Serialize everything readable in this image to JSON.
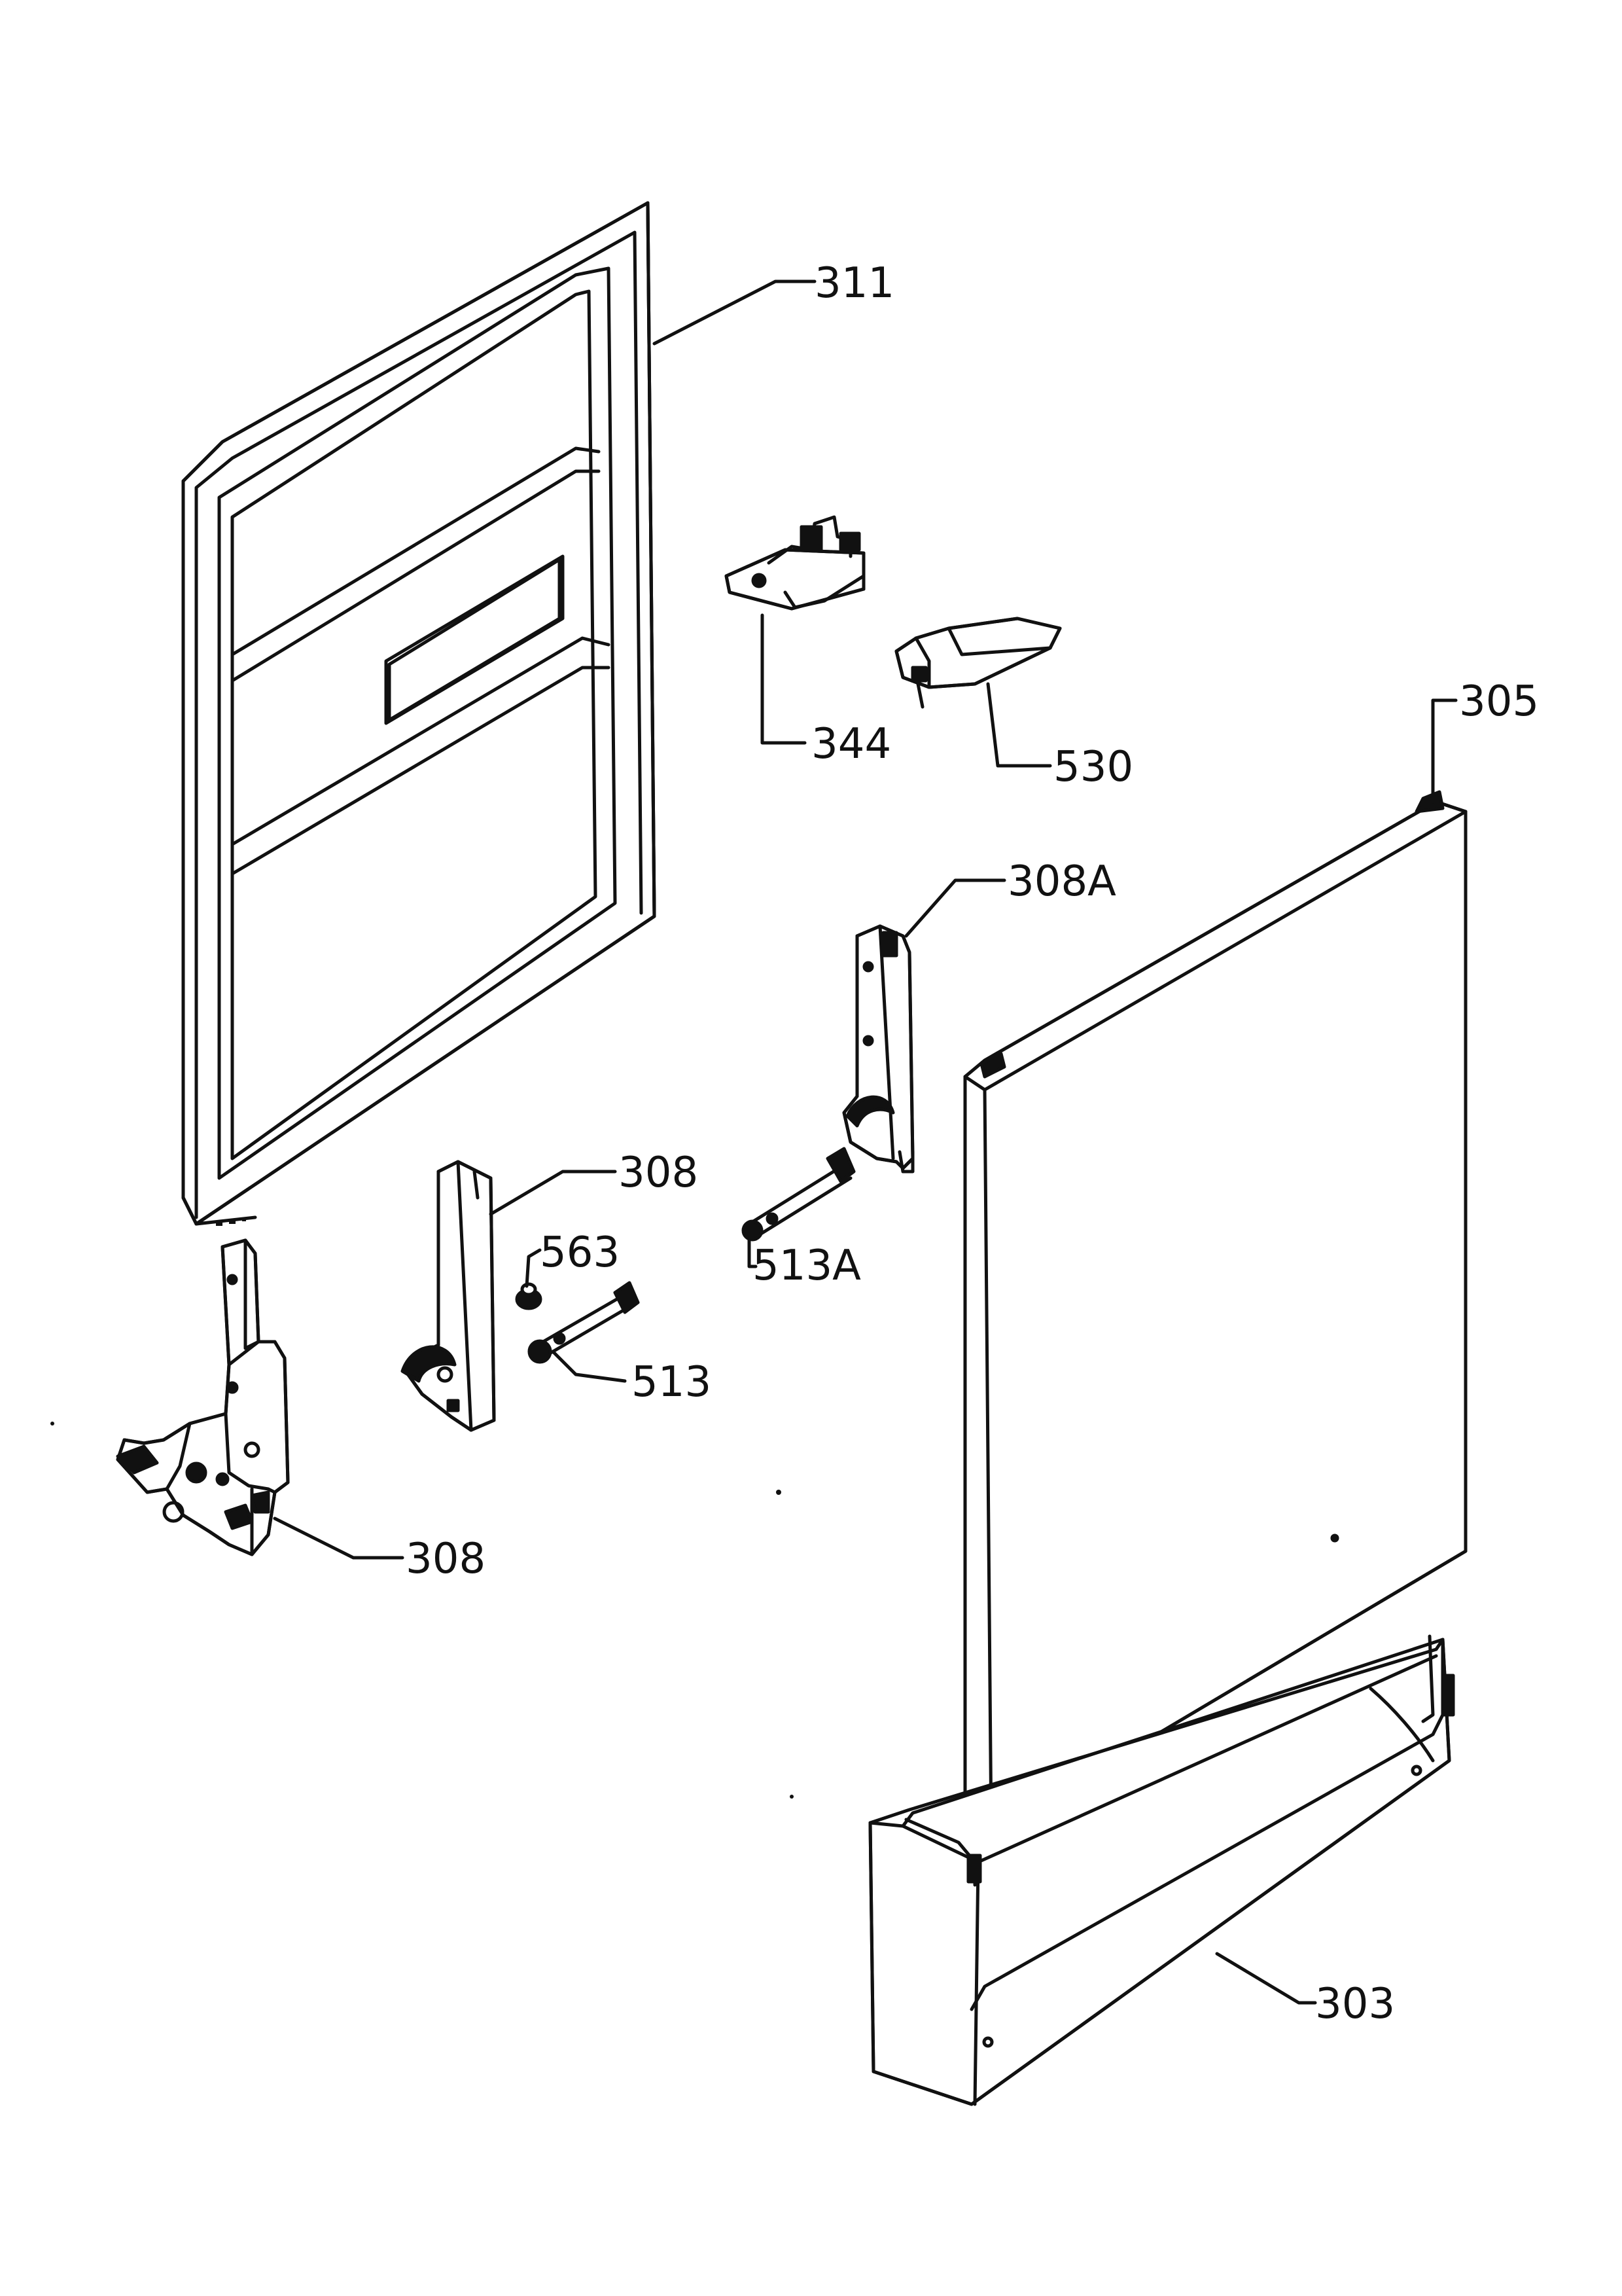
{
  "callouts": {
    "c311": "311",
    "c344": "344",
    "c530": "530",
    "c305": "305",
    "c308a": "308A",
    "c308_upper": "308",
    "c563": "563",
    "c513a": "513A",
    "c513": "513",
    "c308_lower": "308",
    "c303": "303"
  }
}
